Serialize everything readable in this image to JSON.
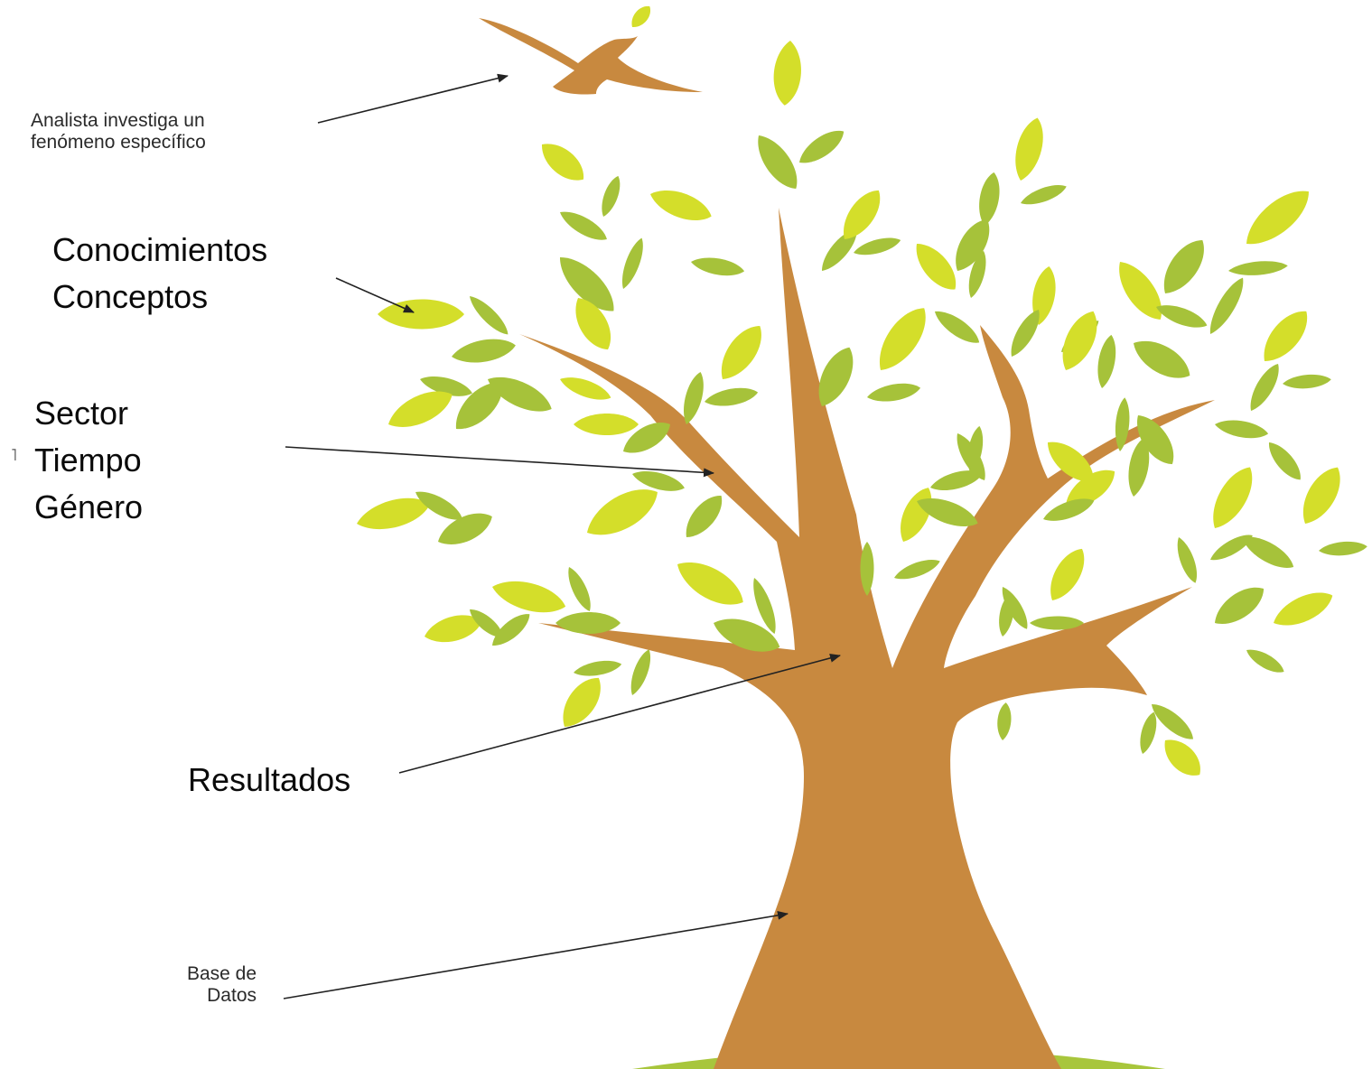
{
  "labels": {
    "analista": [
      "Analista investiga un",
      "fenómeno específico"
    ],
    "conocimientos": [
      "Conocimientos",
      "Conceptos"
    ],
    "sector": [
      "Sector",
      "Tiempo",
      "Género"
    ],
    "resultados": "Resultados",
    "base_datos": [
      "Base de",
      "Datos"
    ]
  },
  "colors": {
    "trunk": "#c8893f",
    "leaf_light": "#d4de2a",
    "leaf_dark": "#a6c23a",
    "ground": "#a8c63c",
    "arrow": "#222222"
  },
  "icons": [
    "bird-icon",
    "tree-icon",
    "leaf-icon"
  ]
}
